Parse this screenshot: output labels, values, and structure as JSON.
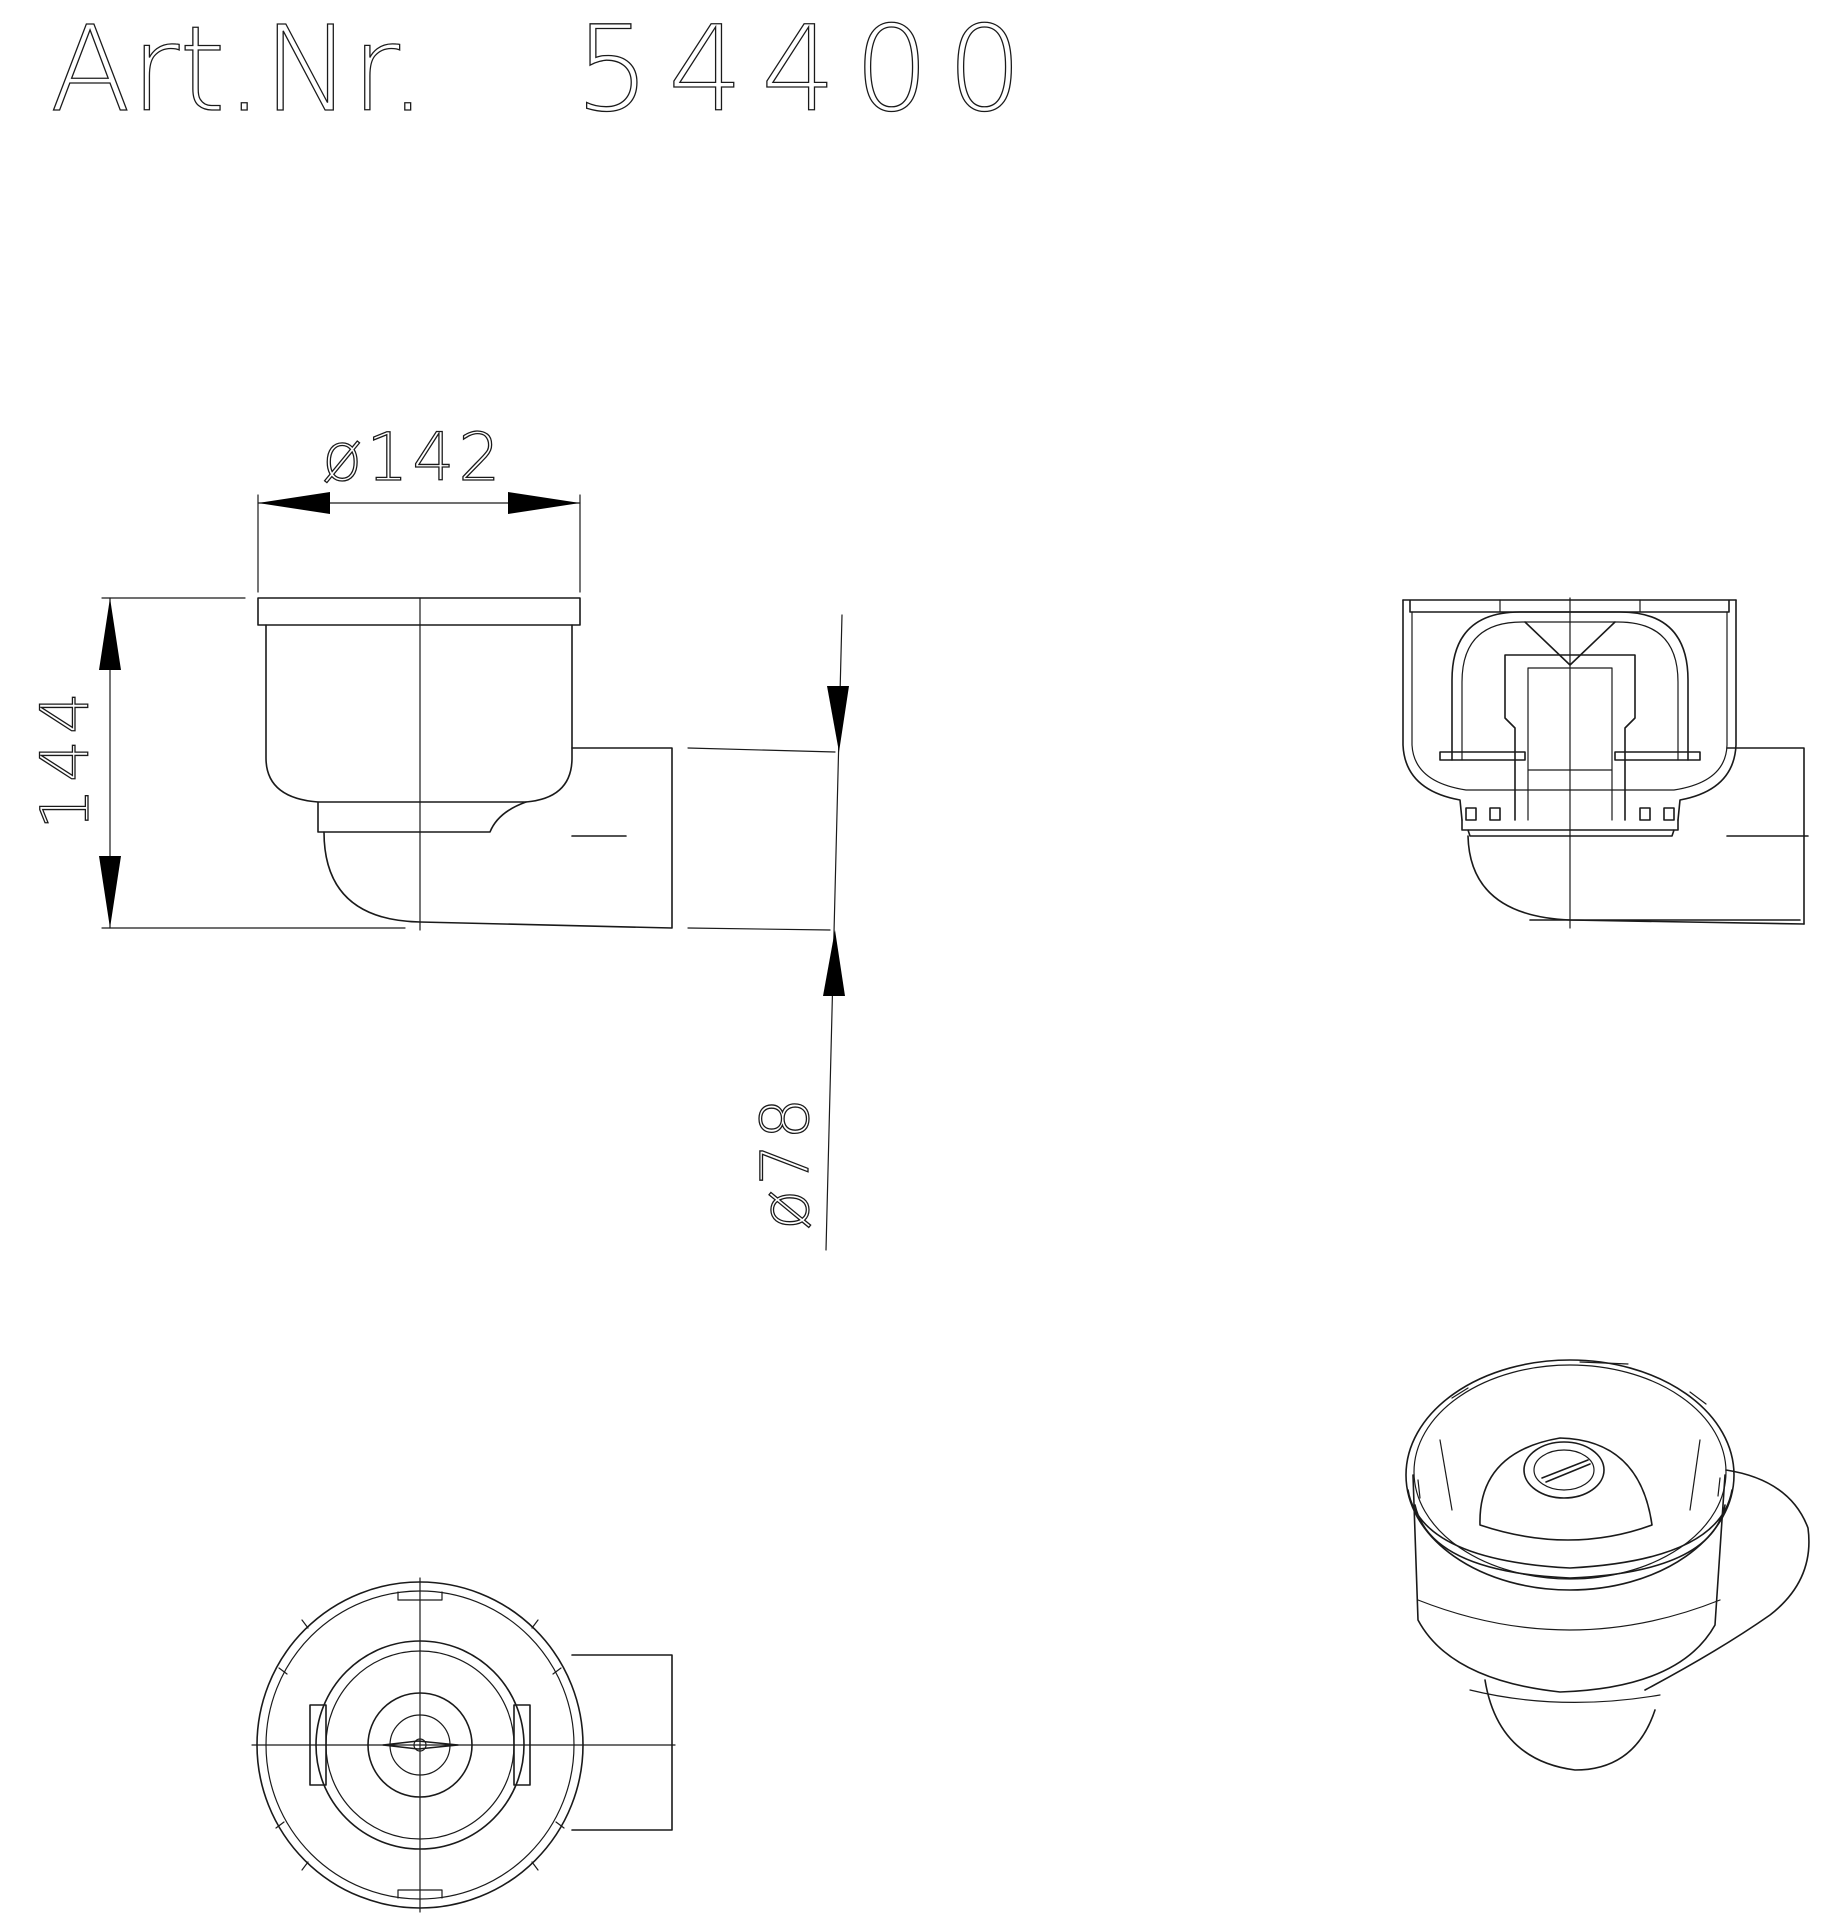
{
  "title": {
    "label": "Art.Nr.",
    "number": "54400"
  },
  "dimensions": {
    "diameter_top": "ø142",
    "height": "144",
    "diameter_outlet": "ø78"
  },
  "colors": {
    "line": "#1a1a1a",
    "arrow": "#000000",
    "background": "#ffffff"
  }
}
